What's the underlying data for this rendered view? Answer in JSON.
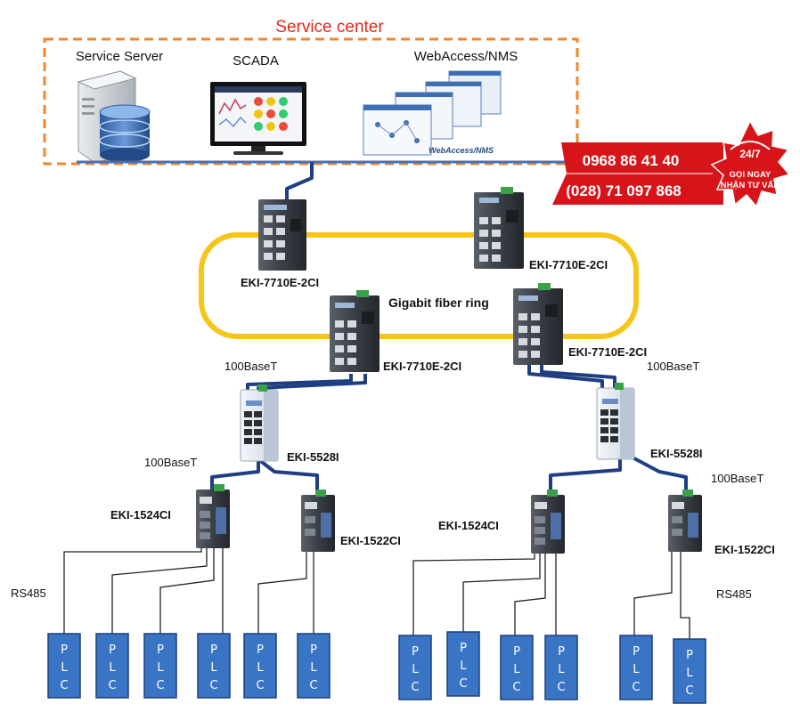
{
  "service_center": {
    "title": "Service center",
    "items": [
      "Service Server",
      "SCADA",
      "WebAccess/NMS"
    ],
    "webaccess_caption": "WebAccess/NMS"
  },
  "ring_label": "Gigabit fiber ring",
  "switches": {
    "top_left": "EKI-7710E-2CI",
    "top_right": "EKI-7710E-2CI",
    "mid_left": "EKI-7710E-2CI",
    "mid_right": "EKI-7710E-2CI",
    "sw_left": "EKI-5528I",
    "sw_right": "EKI-5528I",
    "ser_l1": "EKI-1524CI",
    "ser_l2": "EKI-1522CI",
    "ser_r1": "EKI-1524CI",
    "ser_r2": "EKI-1522CI"
  },
  "links": {
    "bt_left_upper": "100BaseT",
    "bt_right_upper": "100BaseT",
    "bt_left_lower": "100BaseT",
    "bt_right_lower": "100BaseT",
    "rs485_left": "RS485",
    "rs485_right": "RS485"
  },
  "plc": {
    "letters": [
      "P",
      "L",
      "C"
    ],
    "count": 12
  },
  "promo": {
    "phone1": "0968 86 41 40",
    "phone2": "(028) 71 097 868",
    "badge_top": "24/7",
    "badge_line1": "GỌI NGAY",
    "badge_line2": "NHẬN TƯ VẤN"
  },
  "colors": {
    "frame": "#f0862d",
    "title": "#e8261d",
    "ring": "#f5c518",
    "bus": "#4a6fb5",
    "cable": "#1f3f82",
    "plc_fill": "#3a74c4",
    "plc_border": "#1b3e7d",
    "promo": "#d7141a"
  }
}
